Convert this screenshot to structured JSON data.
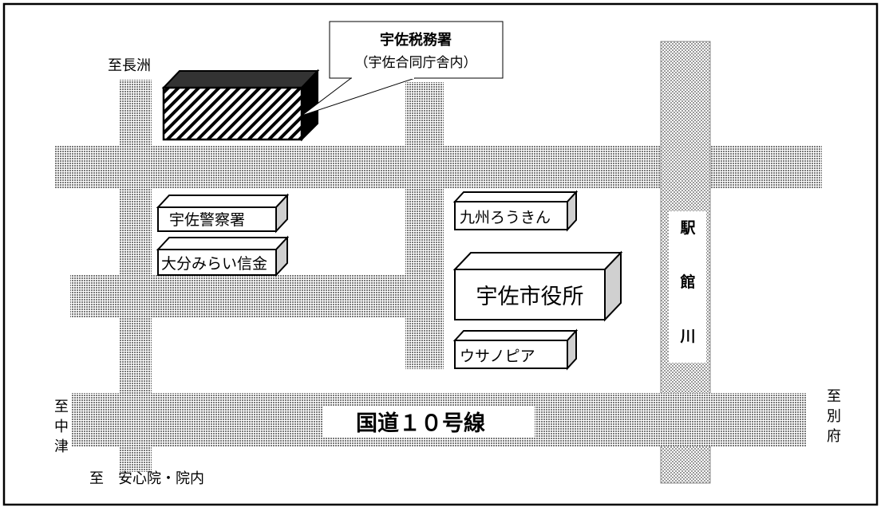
{
  "callout": {
    "title": "宇佐税務署",
    "subtitle": "（宇佐合同庁舎内）"
  },
  "directions": {
    "nagasu": "至長洲",
    "nakatsu": [
      "至",
      "中",
      "津"
    ],
    "beppu": [
      "至",
      "別",
      "府"
    ],
    "ajimu": "至　安心院・院内"
  },
  "road": {
    "national": "国道１０号線"
  },
  "river": {
    "chars": [
      "駅",
      "館",
      "川"
    ]
  },
  "buildings": {
    "police": "宇佐警察署",
    "bank": "大分みらい信金",
    "rokin": "九州ろうきん",
    "city_hall": "宇佐市役所",
    "usanopia": "ウサノピア"
  },
  "colors": {
    "tax_office_top": "#333333",
    "building_side": "#d0d0d0",
    "road_dots": "#808080"
  }
}
